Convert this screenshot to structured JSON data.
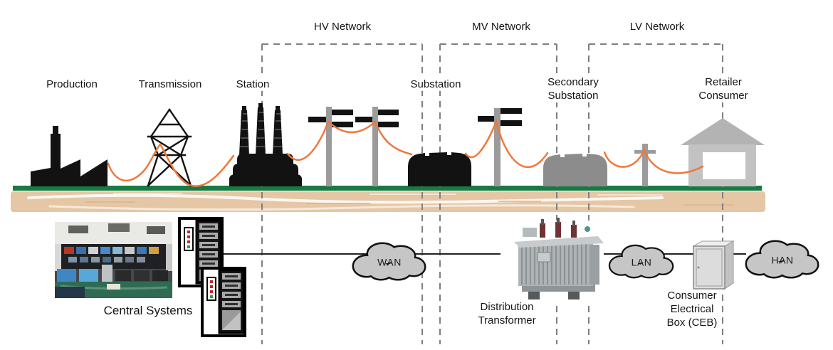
{
  "networks": {
    "hv": "HV Network",
    "mv": "MV Network",
    "lv": "LV Network"
  },
  "stages": {
    "production": "Production",
    "transmission": "Transmission",
    "station": "Station",
    "substation": "Substation",
    "secondary_substation": {
      "line1": "Secondary",
      "line2": "Substation"
    },
    "retailer_consumer": {
      "line1": "Retailer",
      "line2": "Consumer"
    }
  },
  "comms": {
    "wan": "WAN",
    "lan": "LAN",
    "han": "HAN"
  },
  "captions": {
    "central_systems": "Central Systems",
    "distribution_transformer": {
      "line1": "Distribution",
      "line2": "Transformer"
    },
    "ceb": {
      "line1": "Consumer",
      "line2": "Electrical",
      "line3": "Box (CEB)"
    }
  },
  "colors": {
    "wire_orange": "#F0773A",
    "ground_green": "#187A40",
    "soil_tan": "#E5C7A6",
    "cloud_gray": "#C6C6C6",
    "dash_gray": "#7F7F7F"
  }
}
